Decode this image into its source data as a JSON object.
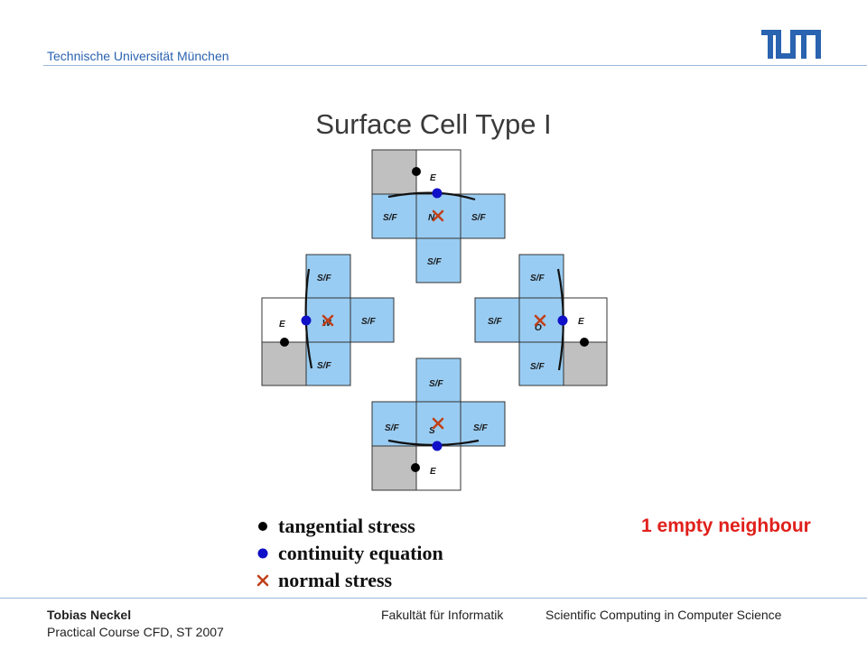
{
  "header": {
    "university": "Technische Universität München",
    "logo_text": "TUM"
  },
  "slide": {
    "title": "Surface Cell Type I",
    "note": "1 empty neighbour"
  },
  "diagram": {
    "labels": {
      "surface_cell": "S/F",
      "empty_cell": "E",
      "center_north": "N",
      "center_west": "W",
      "center_east": "O",
      "center_south": "S"
    },
    "colors": {
      "fluid": "#99ccf2",
      "empty": "#ffffff",
      "obstacle": "#c0c0c0",
      "tangential_marker": "#000000",
      "continuity_marker": "#1010c8",
      "normal_marker": "#c0401a"
    }
  },
  "legend": {
    "items": [
      {
        "label": "tangential stress",
        "marker": "black-dot"
      },
      {
        "label": "continuity equation",
        "marker": "blue-dot"
      },
      {
        "label": "normal stress",
        "marker": "red-cross"
      }
    ]
  },
  "footer": {
    "author": "Tobias Neckel",
    "course": "Practical Course CFD, ST 2007",
    "faculty": "Fakultät für Informatik",
    "chair": "Scientific Computing in Computer Science"
  }
}
